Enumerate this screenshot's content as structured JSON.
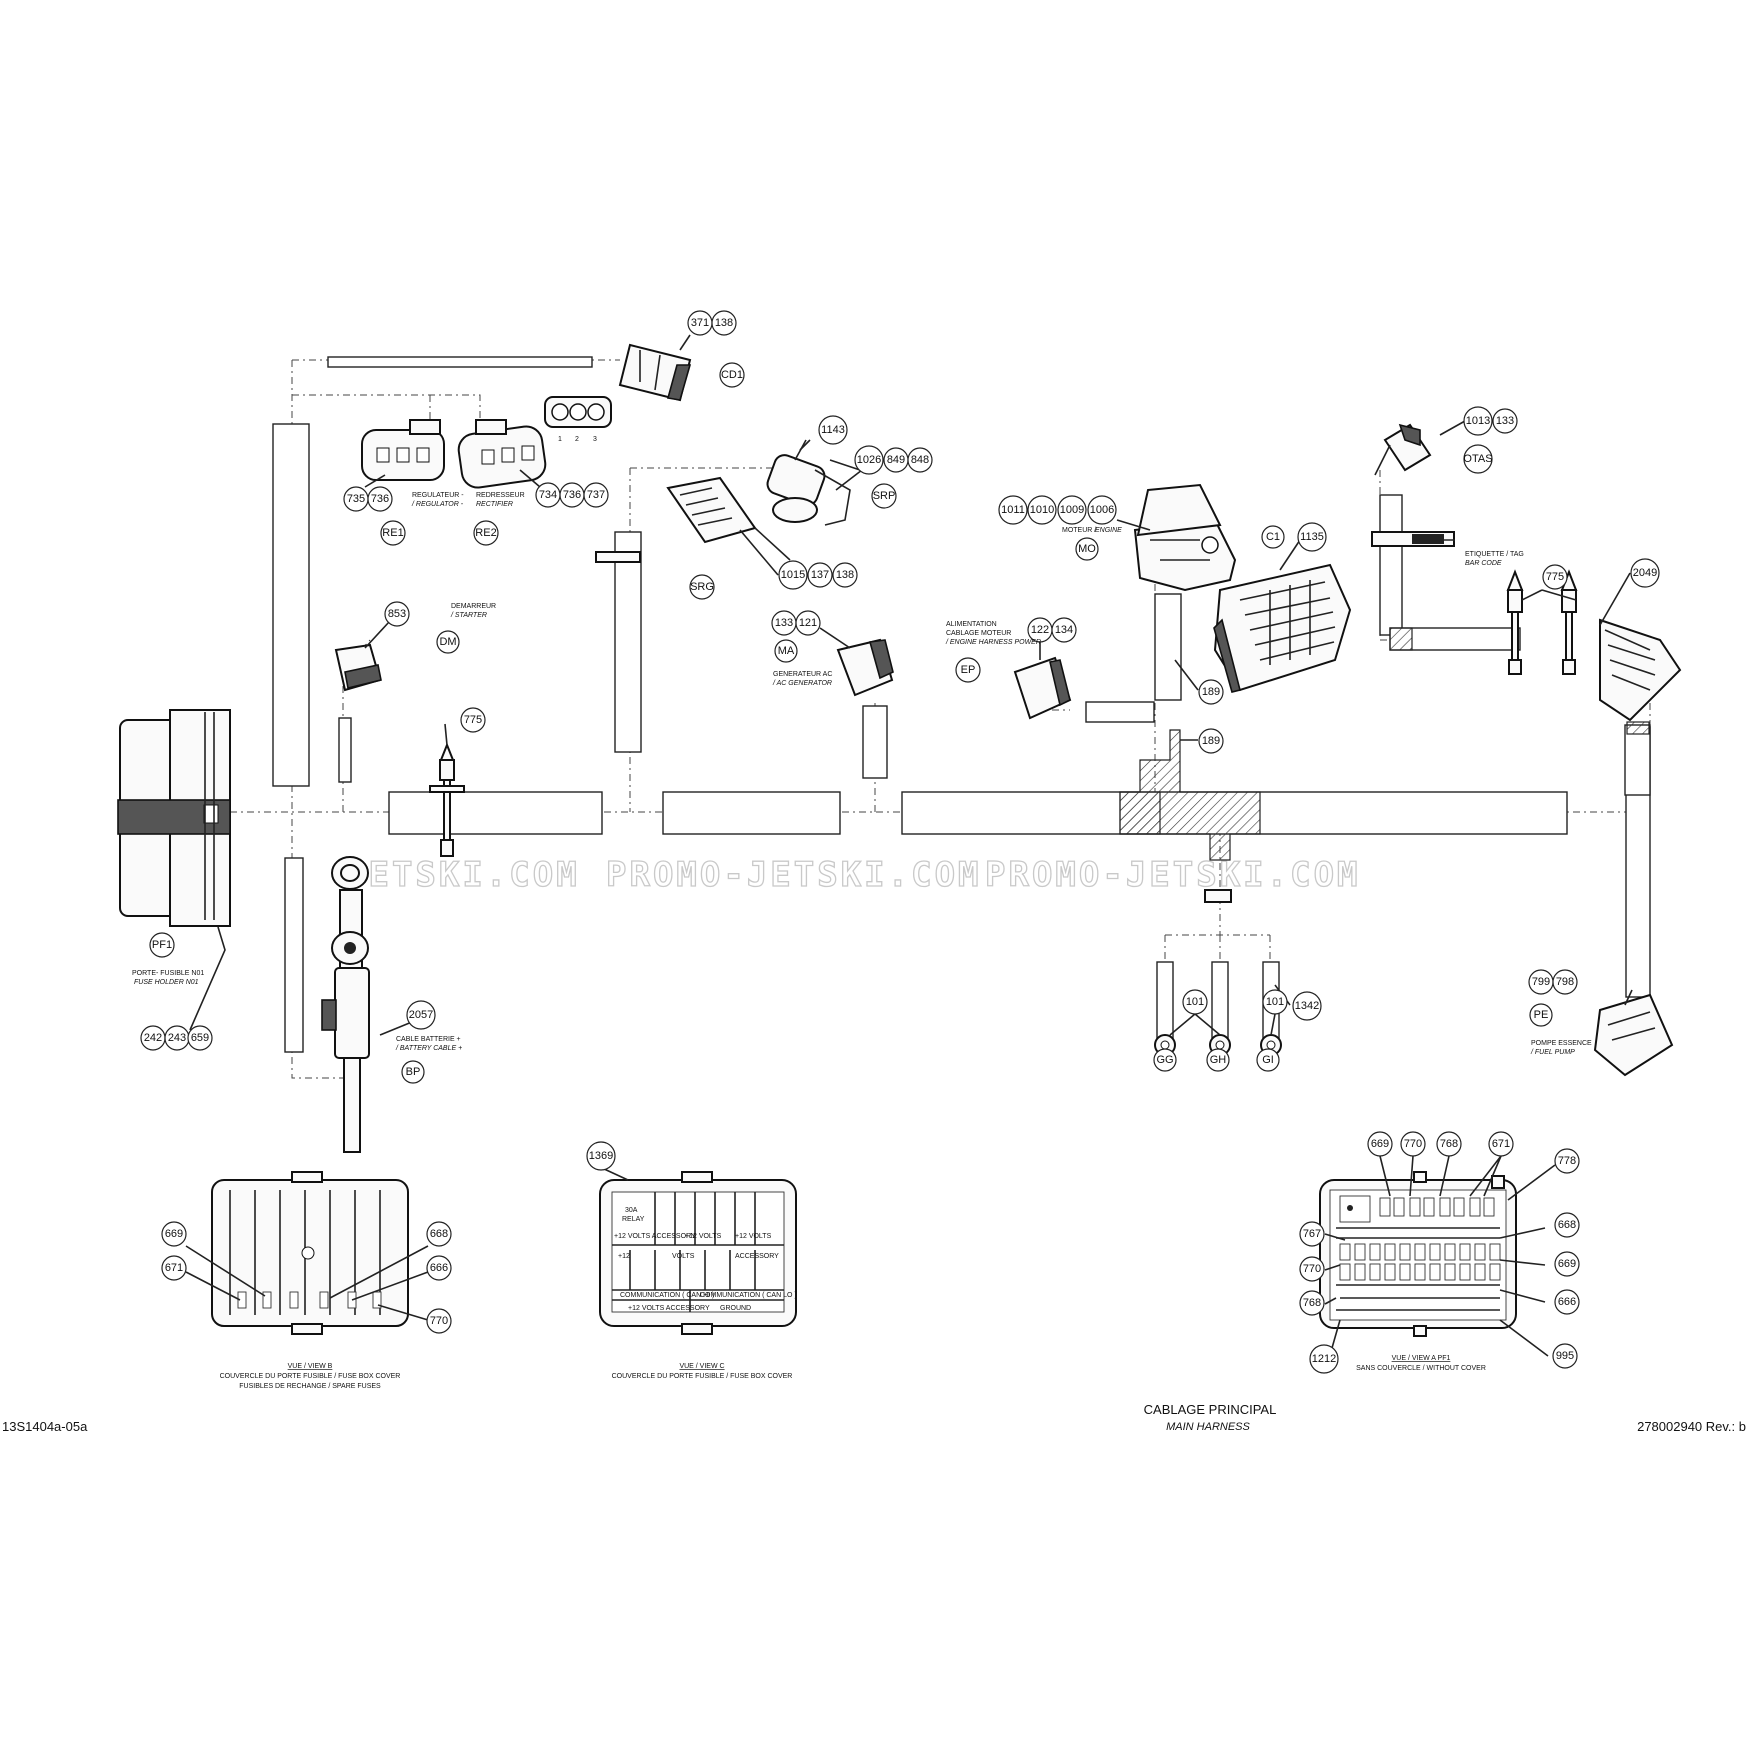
{
  "document": {
    "drawing_code": "13S1404a-05a",
    "part_revision": "278002940 Rev.: b",
    "title": "CABLAGE PRINCIPAL",
    "subtitle": "MAIN HARNESS",
    "watermark": "PROMO-JETSKI.COM",
    "watermark_partial": "JETSKI.COM"
  },
  "callouts": {
    "c371": "371",
    "c138a": "138",
    "cd1": "CD1",
    "c1143": "1143",
    "c1026": "1026",
    "c849": "849",
    "c848": "848",
    "srp": "SRP",
    "c1015": "1015",
    "c137": "137",
    "c138b": "138",
    "srg": "SRG",
    "c735": "735",
    "c736a": "736",
    "re1": "RE1",
    "c734": "734",
    "c736b": "736",
    "c737": "737",
    "re2": "RE2",
    "c853": "853",
    "dm": "DM",
    "c775a": "775",
    "c133a": "133",
    "c121": "121",
    "ma": "MA",
    "ep": "EP",
    "c122": "122",
    "c134": "134",
    "c1011": "1011",
    "c1010": "1010",
    "c1009": "1009",
    "c1006": "1006",
    "mo": "MO",
    "c1": "C1",
    "c1135": "1135",
    "c189a": "189",
    "c189b": "189",
    "c1013": "1013",
    "c133b": "133",
    "otas": "OTAS",
    "c775b": "775",
    "c2049": "2049",
    "c799": "799",
    "c798": "798",
    "pe": "PE",
    "c101a": "101",
    "c101b": "101",
    "c1342": "1342",
    "gg": "GG",
    "gh": "GH",
    "gi": "GI",
    "pf1": "PF1",
    "c242": "242",
    "c243": "243",
    "c659": "659",
    "c2057": "2057",
    "bp": "BP",
    "vb669": "669",
    "vb671": "671",
    "vb668": "668",
    "vb666": "666",
    "vb770": "770",
    "c1369": "1369",
    "va669": "669",
    "va770": "770",
    "va768a": "768",
    "va671": "671",
    "va778": "778",
    "va767": "767",
    "va668": "668",
    "va770b": "770",
    "va669b": "669",
    "va768b": "768",
    "va666": "666",
    "va1212": "1212",
    "va995": "995"
  },
  "labels": {
    "re1_fr": "REGULATEUR -",
    "re1_en": "/ REGULATOR -",
    "re2_fr": "REDRESSEUR",
    "re2_en": "RECTIFIER",
    "pin1": "1",
    "pin2": "2",
    "pin3": "3",
    "dm_fr": "DEMARREUR",
    "dm_en": "/ STARTER",
    "ma_fr": "GENERATEUR AC",
    "ma_en": "/ AC GENERATOR",
    "ep_fr1": "ALIMENTATION",
    "ep_fr2": "CABLAGE MOTEUR",
    "ep_en": "/ ENGINE HARNESS POWER",
    "mo_fr": "MOTEUR /",
    "mo_en": "ENGINE",
    "tag_fr": "ETIQUETTE / TAG",
    "tag_en": "BAR CODE",
    "pe_fr": "POMPE ESSENCE",
    "pe_en": "/ FUEL PUMP",
    "pf1_fr": "PORTE-  FUSIBLE N01",
    "pf1_en": "FUSE HOLDER N01",
    "bp_fr": "CABLE BATTERIE +",
    "bp_en": "/ BATTERY CABLE +",
    "viewb_title": "VUE / VIEW B",
    "viewb_l1": "COUVERCLE DU PORTE FUSIBLE / FUSE BOX COVER",
    "viewb_l2": "FUSIBLES DE RECHANGE / SPARE FUSES",
    "viewc_title": "VUE / VIEW C",
    "viewc_l1": "COUVERCLE DU PORTE FUSIBLE / FUSE BOX COVER",
    "viewa_title": "VUE / VIEW A    PF1",
    "viewa_l1": "SANS COUVERCLE / WITHOUT COVER",
    "vc_30a": "30A",
    "vc_relay": "RELAY",
    "vc_acc12": "+12 VOLTS ACCESSORY",
    "vc_12v": "+12 VOLTS",
    "vc_acc": "ACCESSORY",
    "vc_12": "+12",
    "vc_volts": "VOLTS",
    "vc_comm_hi": "COMMUNICATION ( CAN HI )",
    "vc_comm_lo": "COMMUNICATION ( CAN LO )",
    "vc_ground": "GROUND"
  }
}
